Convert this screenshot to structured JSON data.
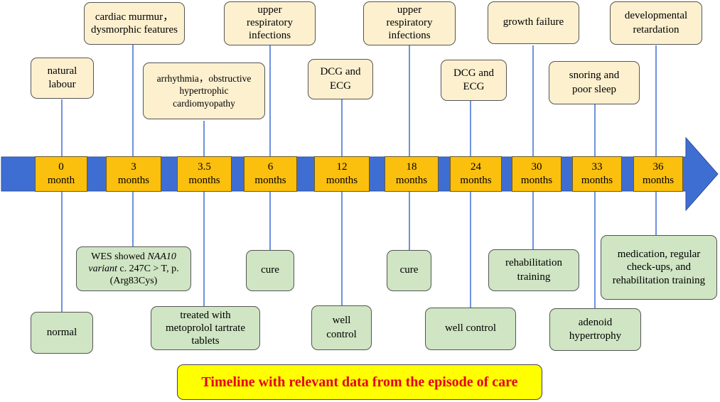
{
  "timeline": {
    "arrow_color": "#3f6ed3",
    "month_color": "#fbbf0d",
    "top_box_color": "#fdf0cf",
    "bottom_box_color": "#cfe5c3",
    "points": [
      {
        "value": "0",
        "unit": "month",
        "above": "natural labour",
        "below": "normal"
      },
      {
        "value": "3",
        "unit": "months",
        "above": "cardiac murmur，dysmorphic features",
        "below": "WES showed NAA10 variant c. 247C > T, p. (Arg83Cys)"
      },
      {
        "value": "3.5",
        "unit": "months",
        "above": "arrhythmia，obstructive hypertrophic cardiomyopathy",
        "below": "treated with metoprolol tartrate tablets"
      },
      {
        "value": "6",
        "unit": "months",
        "above": "upper respiratory infections",
        "below": "cure"
      },
      {
        "value": "12",
        "unit": "months",
        "above": "DCG and ECG",
        "below": "well control"
      },
      {
        "value": "18",
        "unit": "months",
        "above": "upper respiratory infections",
        "below": "cure"
      },
      {
        "value": "24",
        "unit": "months",
        "above": "DCG and ECG",
        "below": "well control"
      },
      {
        "value": "30",
        "unit": "months",
        "above": "growth failure",
        "below": "rehabilitation training"
      },
      {
        "value": "33",
        "unit": "months",
        "above": "snoring and poor sleep",
        "below": "adenoid hypertrophy"
      },
      {
        "value": "36",
        "unit": "months",
        "above": "developmental retardation",
        "below": "medication, regular check-ups, and rehabilitation training"
      }
    ]
  },
  "wes_note": {
    "prefix": "WES showed ",
    "gene": "NAA10",
    "mid": "variant",
    "suffix": " c. 247C > T, p. (Arg83Cys)"
  },
  "caption": "Timeline with relevant data from the episode of care"
}
